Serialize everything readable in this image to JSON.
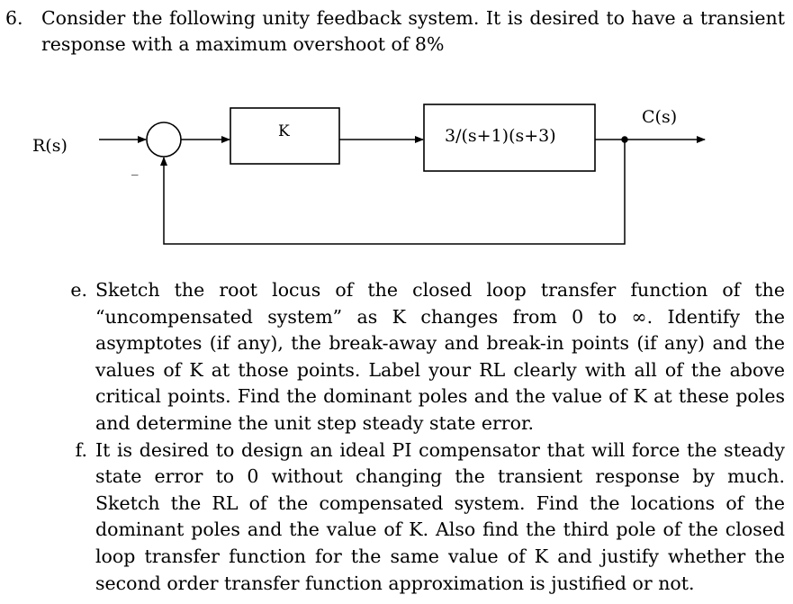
{
  "question": {
    "number": "6.",
    "text": "Consider the following unity feedback system. It is desired to have a transient response with a maximum overshoot of 8%"
  },
  "diagram": {
    "input_label": "R(s)",
    "output_label": "C(s)",
    "gain_block": "K",
    "plant_block": "3/(s+1)(s+3)",
    "feedback_sign": "_"
  },
  "parts": [
    {
      "letter": "e.",
      "text": "Sketch the root locus of the closed loop transfer function of the “uncompensated system” as K changes from 0 to ∞. Identify the asymptotes (if any), the break-away and break-in points (if any) and the values of K at those points. Label your RL clearly with all of the above critical points. Find the dominant poles and the value of K at these poles and determine the unit step steady state error."
    },
    {
      "letter": "f.",
      "text": "It is desired to design an ideal PI compensator that will force the steady state error to 0 without changing the transient response by much.  Sketch the RL of the compensated system. Find the locations of the dominant poles and the value of K. Also find the third pole of the closed loop transfer function for the same value of K and justify whether the second order transfer function approximation is justified or not."
    }
  ]
}
